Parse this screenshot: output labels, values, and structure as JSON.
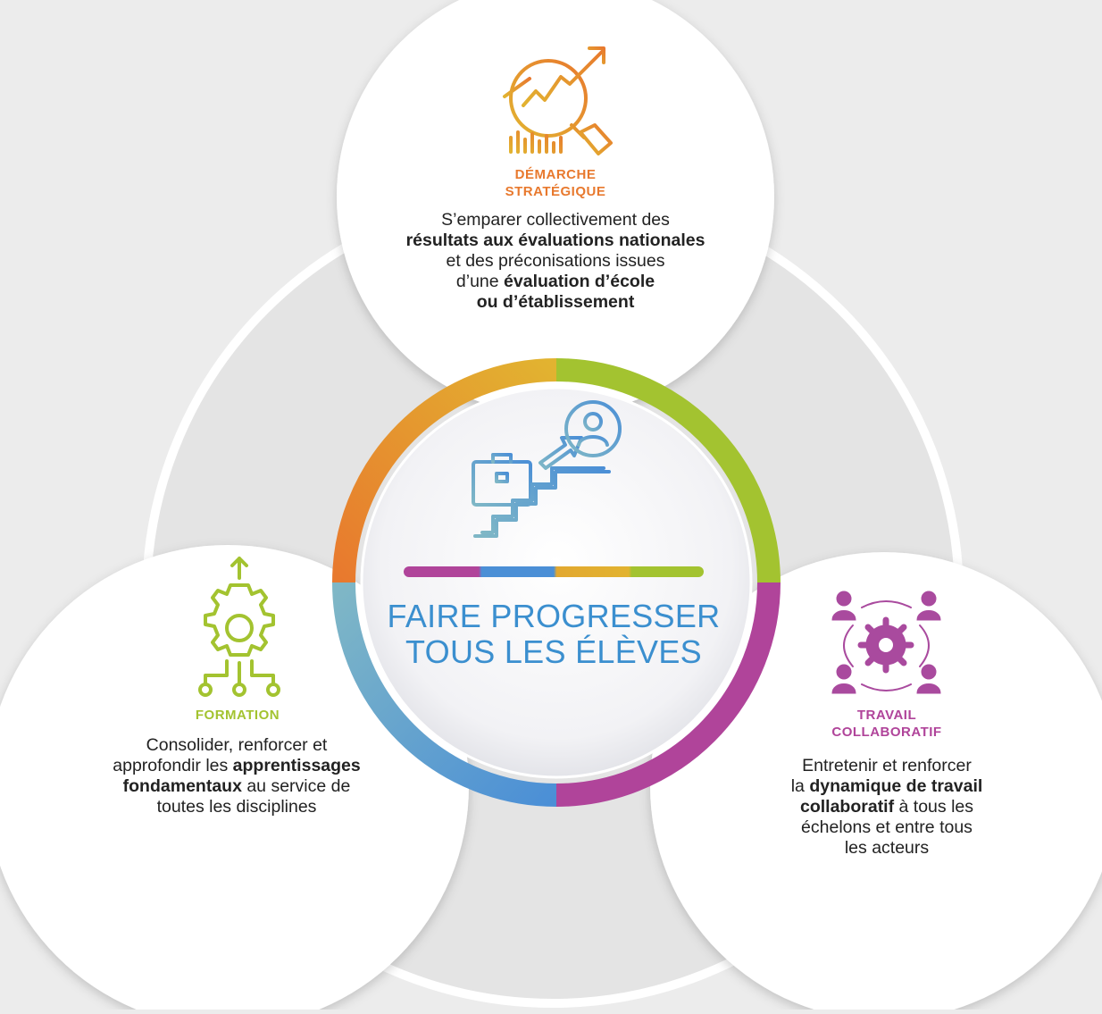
{
  "title": "FAIRE PROGRESSER TOUS LES ÉLÈVES",
  "title_lines": [
    "FAIRE PROGRESSER",
    "TOUS LES ÉLÈVES"
  ],
  "colors": {
    "orange": "#e8792e",
    "yellow": "#e2b330",
    "green": "#a3c330",
    "magenta": "#b0449a",
    "blue": "#4b8fd6",
    "teal": "#7fb7c6",
    "title_blue": "#3b8fcf"
  },
  "pillars": [
    {
      "id": "demarche",
      "heading": [
        "DÉMARCHE",
        "STRATÉGIQUE"
      ],
      "icon": "chart-growth-magnifier-icon",
      "lines": [
        [
          {
            "t": "S’emparer collectivement des"
          }
        ],
        [
          {
            "t": "résultats aux évaluations nationales",
            "b": true
          }
        ],
        [
          {
            "t": "et des préconisations issues"
          }
        ],
        [
          {
            "t": "d’une "
          },
          {
            "t": "évaluation d’école",
            "b": true
          }
        ],
        [
          {
            "t": "ou d’établissement",
            "b": true
          }
        ]
      ]
    },
    {
      "id": "formation",
      "heading": [
        "FORMATION"
      ],
      "icon": "gear-network-icon",
      "lines": [
        [
          {
            "t": "Consolider, renforcer et"
          }
        ],
        [
          {
            "t": "approfondir les "
          },
          {
            "t": "apprentissages",
            "b": true
          }
        ],
        [
          {
            "t": "fondamentaux",
            "b": true
          },
          {
            "t": " au service de"
          }
        ],
        [
          {
            "t": "toutes les disciplines"
          }
        ]
      ]
    },
    {
      "id": "travail",
      "heading": [
        "TRAVAIL",
        "COLLABORATIF"
      ],
      "icon": "team-gear-icon",
      "lines": [
        [
          {
            "t": "Entretenir et renforcer"
          }
        ],
        [
          {
            "t": "la "
          },
          {
            "t": "dynamique de travail",
            "b": true
          }
        ],
        [
          {
            "t": "collaboratif",
            "b": true
          },
          {
            "t": " à tous les"
          }
        ],
        [
          {
            "t": "échelons et entre tous"
          }
        ],
        [
          {
            "t": "les acteurs"
          }
        ]
      ]
    }
  ],
  "center_icon": "briefcase-stairs-person-icon"
}
